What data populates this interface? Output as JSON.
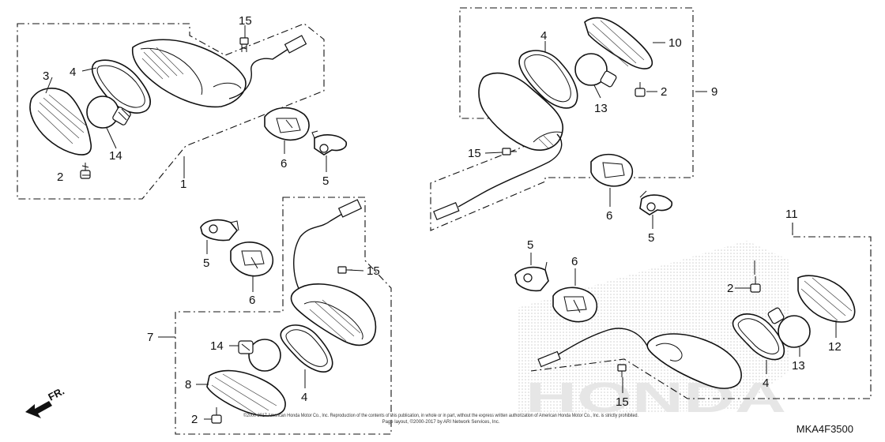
{
  "callouts": {
    "c1": "1",
    "c2a": "2",
    "c2b": "2",
    "c2c": "2",
    "c2d": "2",
    "c3": "3",
    "c4a": "4",
    "c4b": "4",
    "c4c": "4",
    "c4d": "4",
    "c5a": "5",
    "c5b": "5",
    "c5c": "5",
    "c5d": "5",
    "c6a": "6",
    "c6b": "6",
    "c6c": "6",
    "c6d": "6",
    "c7": "7",
    "c8": "8",
    "c9": "9",
    "c10": "10",
    "c11": "11",
    "c12": "12",
    "c13a": "13",
    "c13b": "13",
    "c14a": "14",
    "c14b": "14",
    "c15a": "15",
    "c15b": "15",
    "c15c": "15",
    "c15d": "15"
  },
  "front_label": "FR.",
  "diagram_code": "MKA4F3500",
  "watermark": "HONDA",
  "copyright_line1": "©2000-2017 American Honda Motor Co., Inc. Reproduction of the contents of this publication, in whole or in part, without the express written authorization of American Honda Motor Co., Inc. is strictly prohibited.",
  "copyright_line2": "Page layout, ©2000-2017 by ARI Network Services, Inc."
}
